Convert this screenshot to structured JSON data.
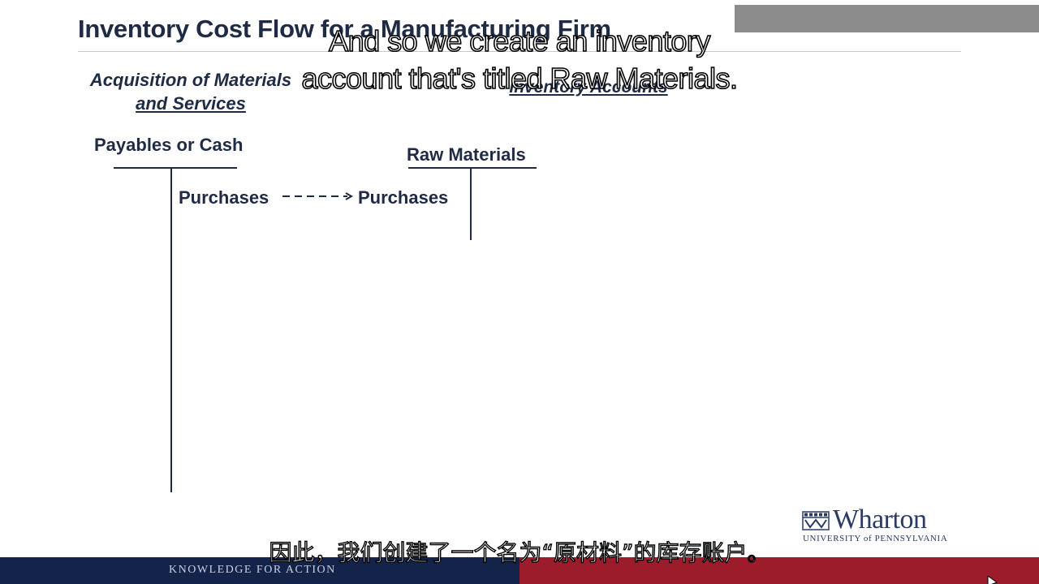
{
  "slide": {
    "title": "Inventory Cost Flow for a Manufacturing Firm",
    "left_heading": [
      "Acquisition of Materials",
      "and Services"
    ],
    "right_heading": "Inventory Accounts"
  },
  "accounts": {
    "payables": {
      "label": "Payables or Cash",
      "entry": "Purchases"
    },
    "raw_materials": {
      "label": "Raw Materials",
      "entry": "Purchases"
    }
  },
  "captions": {
    "english": [
      "And so we create an inventory",
      "account that's titled Raw Materials."
    ],
    "chinese": "因此，我们创建了一个名为“原材料”的库存账户。"
  },
  "logo": {
    "wordmark": "Wharton",
    "subtitle": "UNIVERSITY of PENNSYLVANIA"
  },
  "footer": {
    "tagline": "KNOWLEDGE FOR ACTION"
  },
  "colors": {
    "text_navy": "#1f2a44",
    "footer_navy": "#14234a",
    "footer_red": "#9c1c2c",
    "gray_box": "#8c8c8c"
  },
  "icons": {
    "arrow": "dashed-arrow-icon",
    "logo_shield": "shield-icon",
    "cursor": "play-cursor-icon"
  }
}
